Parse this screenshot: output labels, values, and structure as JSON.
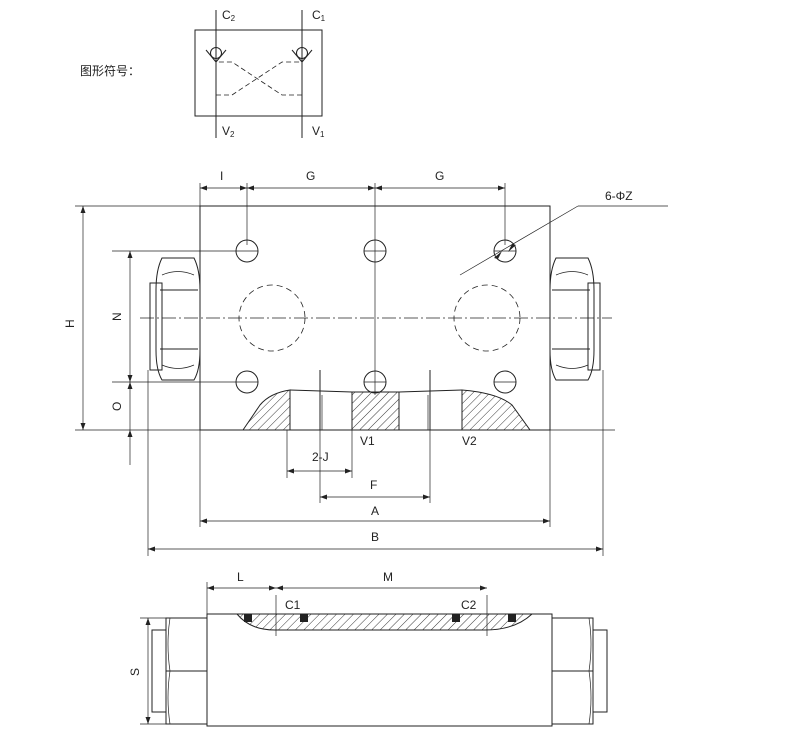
{
  "symbol": {
    "caption": "图形符号：",
    "port_c2": "C",
    "port_c2_sub": "2",
    "port_c1": "C",
    "port_c1_sub": "1",
    "port_v2": "V",
    "port_v2_sub": "2",
    "port_v1": "V",
    "port_v1_sub": "1"
  },
  "front_view": {
    "dim_i": "I",
    "dim_g_left": "G",
    "dim_g_right": "G",
    "hole_callout": "6-ΦZ",
    "dim_h": "H",
    "dim_n": "N",
    "dim_o": "O",
    "port_v1": "V1",
    "port_v2": "V2",
    "dim_2j": "2-J",
    "dim_f": "F",
    "dim_a": "A",
    "dim_b": "B"
  },
  "bottom_view": {
    "dim_l": "L",
    "dim_m": "M",
    "port_c1": "C1",
    "port_c2": "C2",
    "dim_s": "S"
  },
  "colors": {
    "line": "#222222",
    "background": "#ffffff"
  }
}
